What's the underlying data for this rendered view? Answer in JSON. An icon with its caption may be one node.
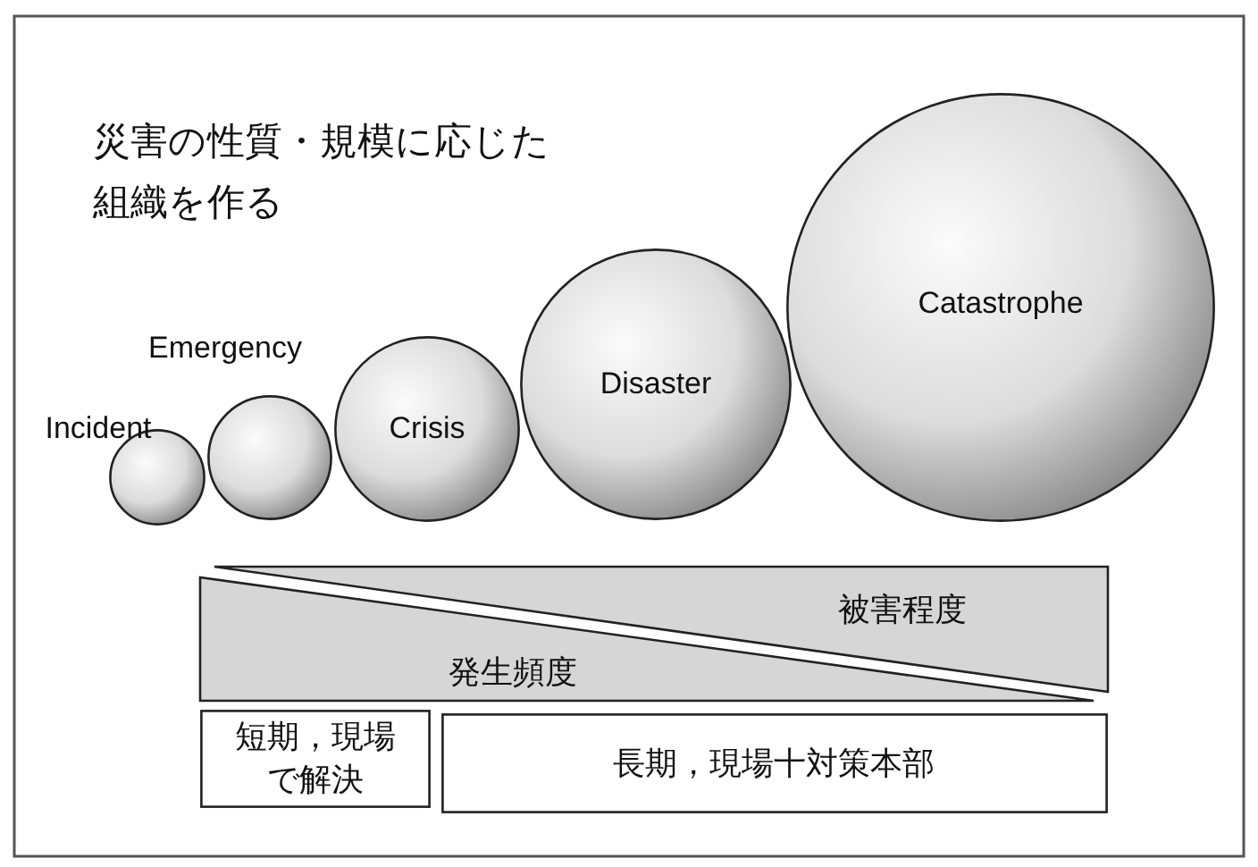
{
  "diagram": {
    "title": "災害の性質・規模に応じた組織を作る",
    "nodes": [
      {
        "text": [
          "Incident"
        ]
      },
      {
        "text": [
          "Emergency"
        ]
      },
      {
        "text": [
          "Crisis"
        ]
      },
      {
        "text": [
          "Disaster"
        ]
      },
      {
        "text": [
          "Catastrophe"
        ]
      },
      {
        "text": [
          "被害程度"
        ]
      },
      {
        "text": [
          "発生頻度"
        ]
      },
      {
        "text": [
          "短期，現場で解決"
        ]
      },
      {
        "text": [
          "長期，現場十対策本部"
        ]
      }
    ]
  }
}
